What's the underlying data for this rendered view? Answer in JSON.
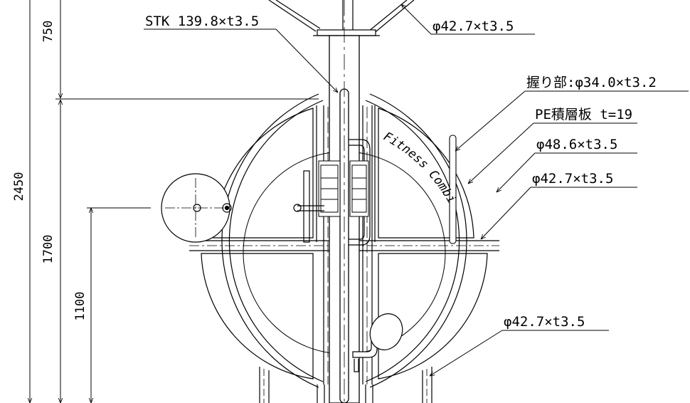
{
  "dimensions": {
    "d750": "750",
    "d2450": "2450",
    "d1700": "1700",
    "d1100": "1100"
  },
  "callouts": {
    "stk": "STK 139.8×t3.5",
    "phi427_top": "φ42.7×t3.5",
    "grip": "握り部:φ34.0×t3.2",
    "pe": "PE積層板 t=19",
    "phi486": "φ48.6×t3.5",
    "phi427_mid": "φ42.7×t3.5",
    "phi427_low": "φ42.7×t3.5"
  },
  "panel_text": "Fitness Combi"
}
